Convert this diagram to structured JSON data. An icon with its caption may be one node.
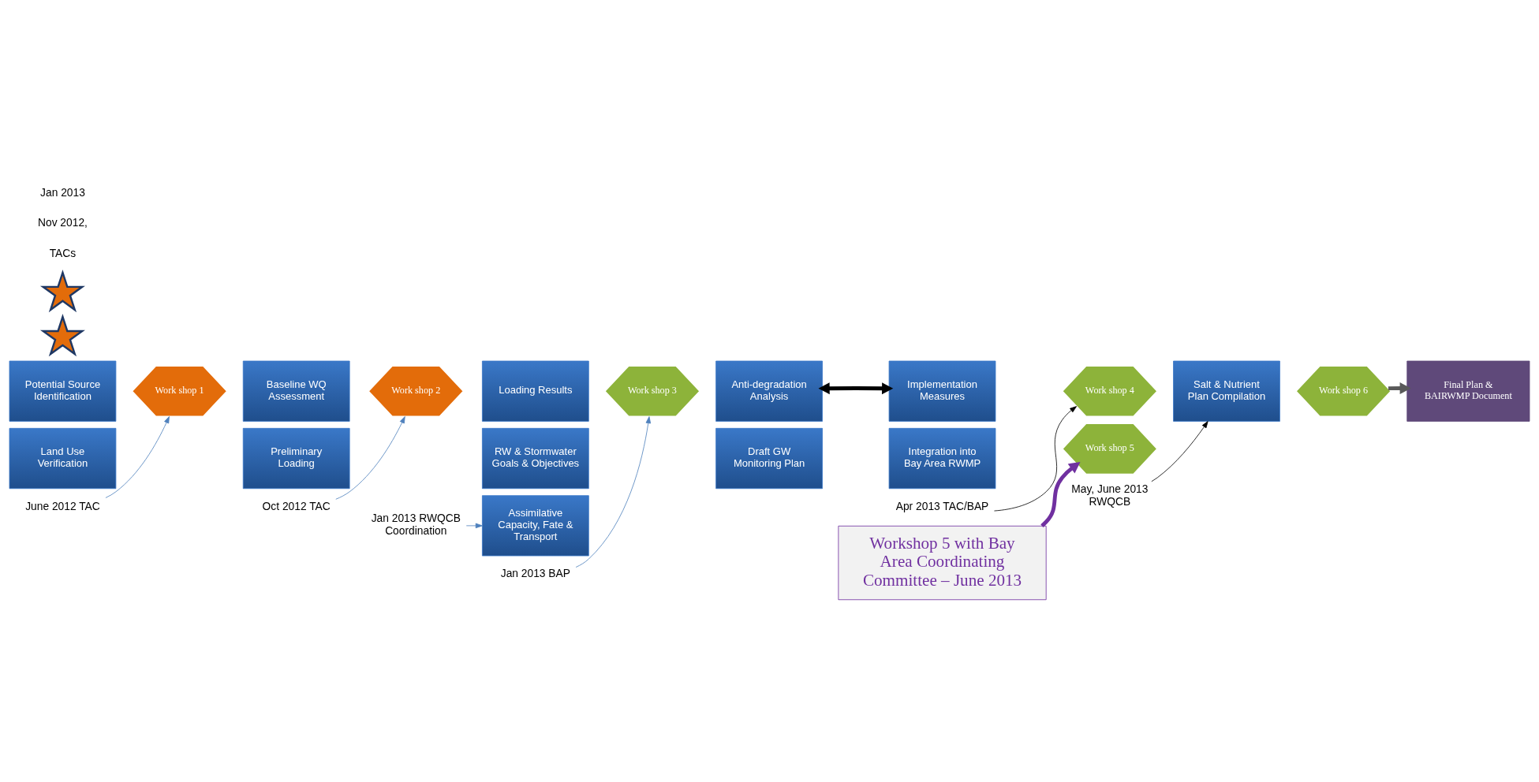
{
  "diagram": {
    "nodes": [
      {
        "text": [
          "Potential Source Identification"
        ]
      },
      {
        "text": [
          "Land Use Verification"
        ]
      },
      {
        "text": [
          "Work shop 1"
        ]
      },
      {
        "text": [
          "Baseline WQ Assessment"
        ]
      },
      {
        "text": [
          "Preliminary Loading"
        ]
      },
      {
        "text": [
          "Work shop 2"
        ]
      },
      {
        "text": [],
        "shape": "star"
      },
      {
        "text": [],
        "shape": "star"
      },
      {
        "text": [
          "Loading Results"
        ]
      },
      {
        "text": [
          "RW & Stormwater Goals & Objectives"
        ]
      },
      {
        "text": [
          "Assimilative Capacity, Fate & Transport"
        ]
      },
      {
        "text": [
          "Work shop 3"
        ]
      },
      {
        "text": [
          "Anti-degradation Analysis"
        ]
      },
      {
        "text": [
          "Draft GW Monitoring Plan"
        ]
      },
      {
        "text": [
          "Implementation Measures"
        ]
      },
      {
        "text": [
          "Integration into Bay Area RWMP"
        ]
      },
      {
        "text": [
          "Work shop 4"
        ]
      },
      {
        "text": [
          "Work shop 5"
        ]
      },
      {
        "text": [
          "Salt & Nutrient Plan Compilation"
        ]
      },
      {
        "text": [
          "Work shop 6"
        ]
      },
      {
        "text": [
          "Final Plan & BAIRWMP Document"
        ]
      },
      {
        "text": [
          "June 2012 TAC"
        ]
      },
      {
        "text": [
          "Oct 2012 TAC"
        ]
      },
      {
        "text": [
          "Jan 2013 RWQCB Coordination"
        ]
      },
      {
        "text": [
          "Jan 2013 BAP"
        ]
      },
      {
        "text": [
          "Apr 2013 TAC/BAP"
        ]
      },
      {
        "text": [
          "May, June 2013 RWQCB"
        ]
      },
      {
        "text": [
          "Workshop 5 with Bay Area Coordinating Committee – June 2013"
        ]
      }
    ],
    "edges": [
      {
        "from": 21,
        "to": 2,
        "arrow": "to"
      },
      {
        "from": 22,
        "to": 5,
        "arrow": "to"
      },
      {
        "from": 23,
        "to": 10,
        "arrow": "to"
      },
      {
        "from": 24,
        "to": 11,
        "arrow": "to"
      },
      {
        "from": 25,
        "to": 16,
        "arrow": "to",
        "color": "#000000"
      },
      {
        "from": 26,
        "to": 18,
        "arrow": "to",
        "color": "#000000"
      },
      {
        "from": 12,
        "to": 14,
        "arrow": "both",
        "style": "thick",
        "color": "#000000"
      },
      {
        "from": 19,
        "to": 20,
        "arrow": "to",
        "style": "thick",
        "color": "#595959"
      },
      {
        "from": 27,
        "to": 17,
        "arrow": "to",
        "style": "thick",
        "color": "#7030a0"
      }
    ],
    "labels": [
      "Nov 2012,",
      "Jan 2013",
      "TACs"
    ]
  }
}
